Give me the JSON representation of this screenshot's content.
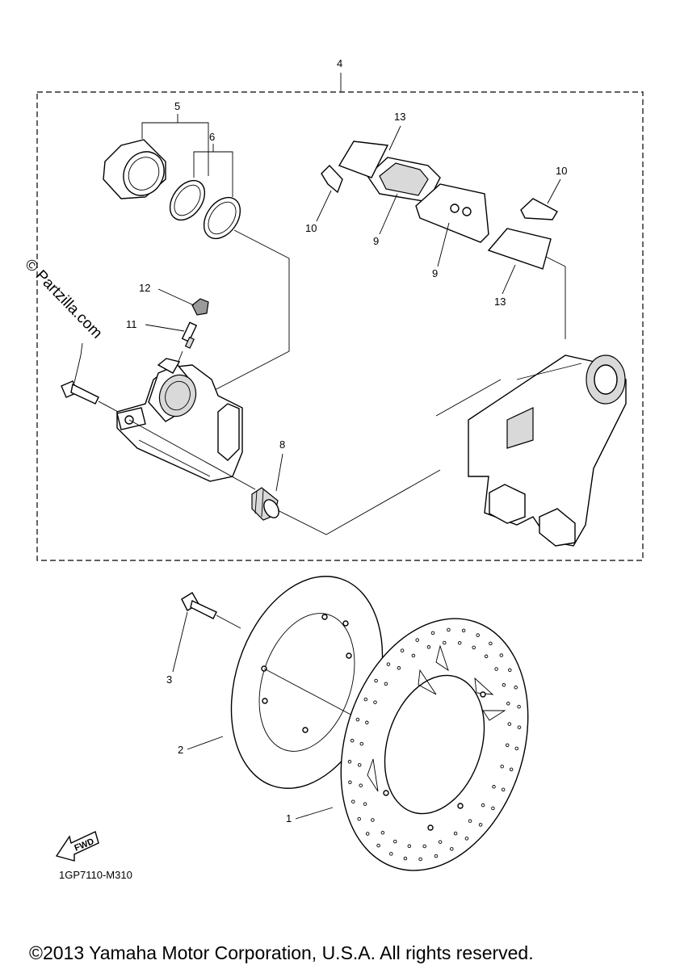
{
  "callouts": {
    "c1": "1",
    "c2": "2",
    "c3": "3",
    "c4": "4",
    "c5": "5",
    "c6": "6",
    "c8": "8",
    "c9a": "9",
    "c9b": "9",
    "c10a": "10",
    "c10b": "10",
    "c11": "11",
    "c12": "12",
    "c13a": "13",
    "c13b": "13"
  },
  "diagram_code": "1GP7110-M310",
  "fwd_label": "FWD",
  "watermark": "© Partzilla.com",
  "copyright": "©2013 Yamaha Motor Corporation, U.S.A. All rights reserved."
}
